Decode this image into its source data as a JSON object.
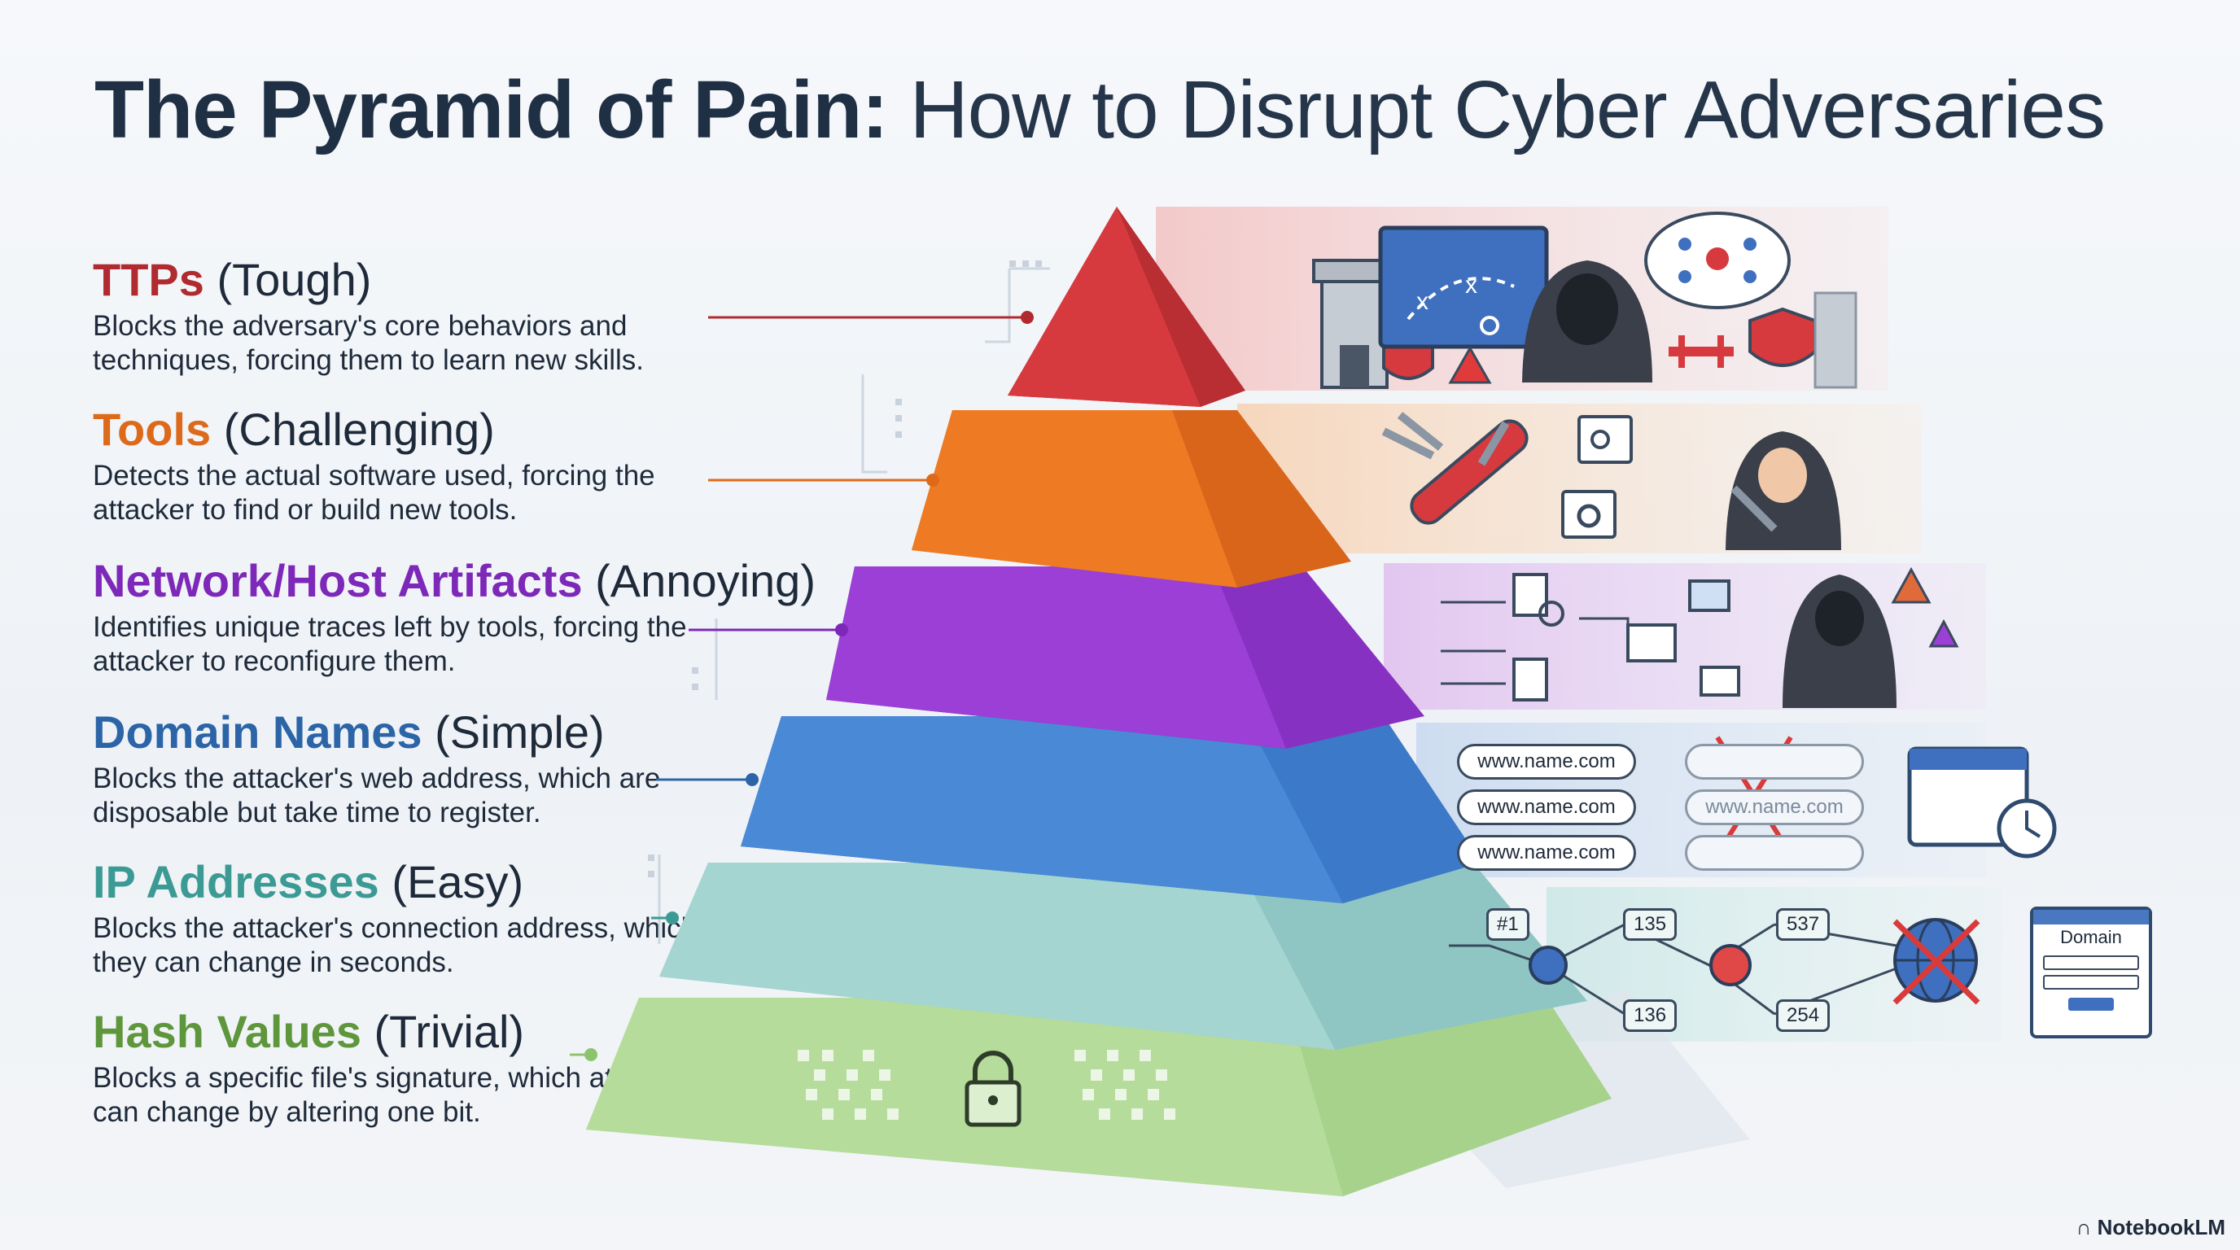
{
  "title": {
    "bold": "The Pyramid of Pain:",
    "light": "How to Disrupt Cyber Adversaries"
  },
  "layers": [
    {
      "name": "TTPs",
      "level": "(Tough)",
      "description": "Blocks the adversary's core behaviors and techniques, forcing them to learn new skills.",
      "color": "#c8363a"
    },
    {
      "name": "Tools",
      "level": "(Challenging)",
      "description": "Detects the actual software used, forcing the attacker to find or build new tools.",
      "color": "#e4701e"
    },
    {
      "name": "Network/Host Artifacts",
      "level": "(Annoying)",
      "description": "Identifies unique traces left by tools, forcing the attacker to reconfigure them.",
      "color": "#8b2fc9"
    },
    {
      "name": "Domain Names",
      "level": "(Simple)",
      "description": "Blocks the attacker's web address, which are disposable but take time to register.",
      "color": "#2e6bb8"
    },
    {
      "name": "IP Addresses",
      "level": "(Easy)",
      "description": "Blocks the attacker's connection address, which they can change in seconds.",
      "color": "#3f9e9a"
    },
    {
      "name": "Hash Values",
      "level": "(Trivial)",
      "description": "Blocks a specific file's signature, which attackers can change by altering one bit.",
      "color": "#5f9a3e"
    }
  ],
  "domain_panel": {
    "urls": [
      "www.name.com",
      "www.name.com",
      "www.name.com"
    ],
    "blocked_url": "www.name.com"
  },
  "ip_panel": {
    "nodes": [
      "#1",
      "135",
      "537",
      "136",
      "254"
    ],
    "domain_label": "Domain"
  },
  "brand": "NotebookLM"
}
